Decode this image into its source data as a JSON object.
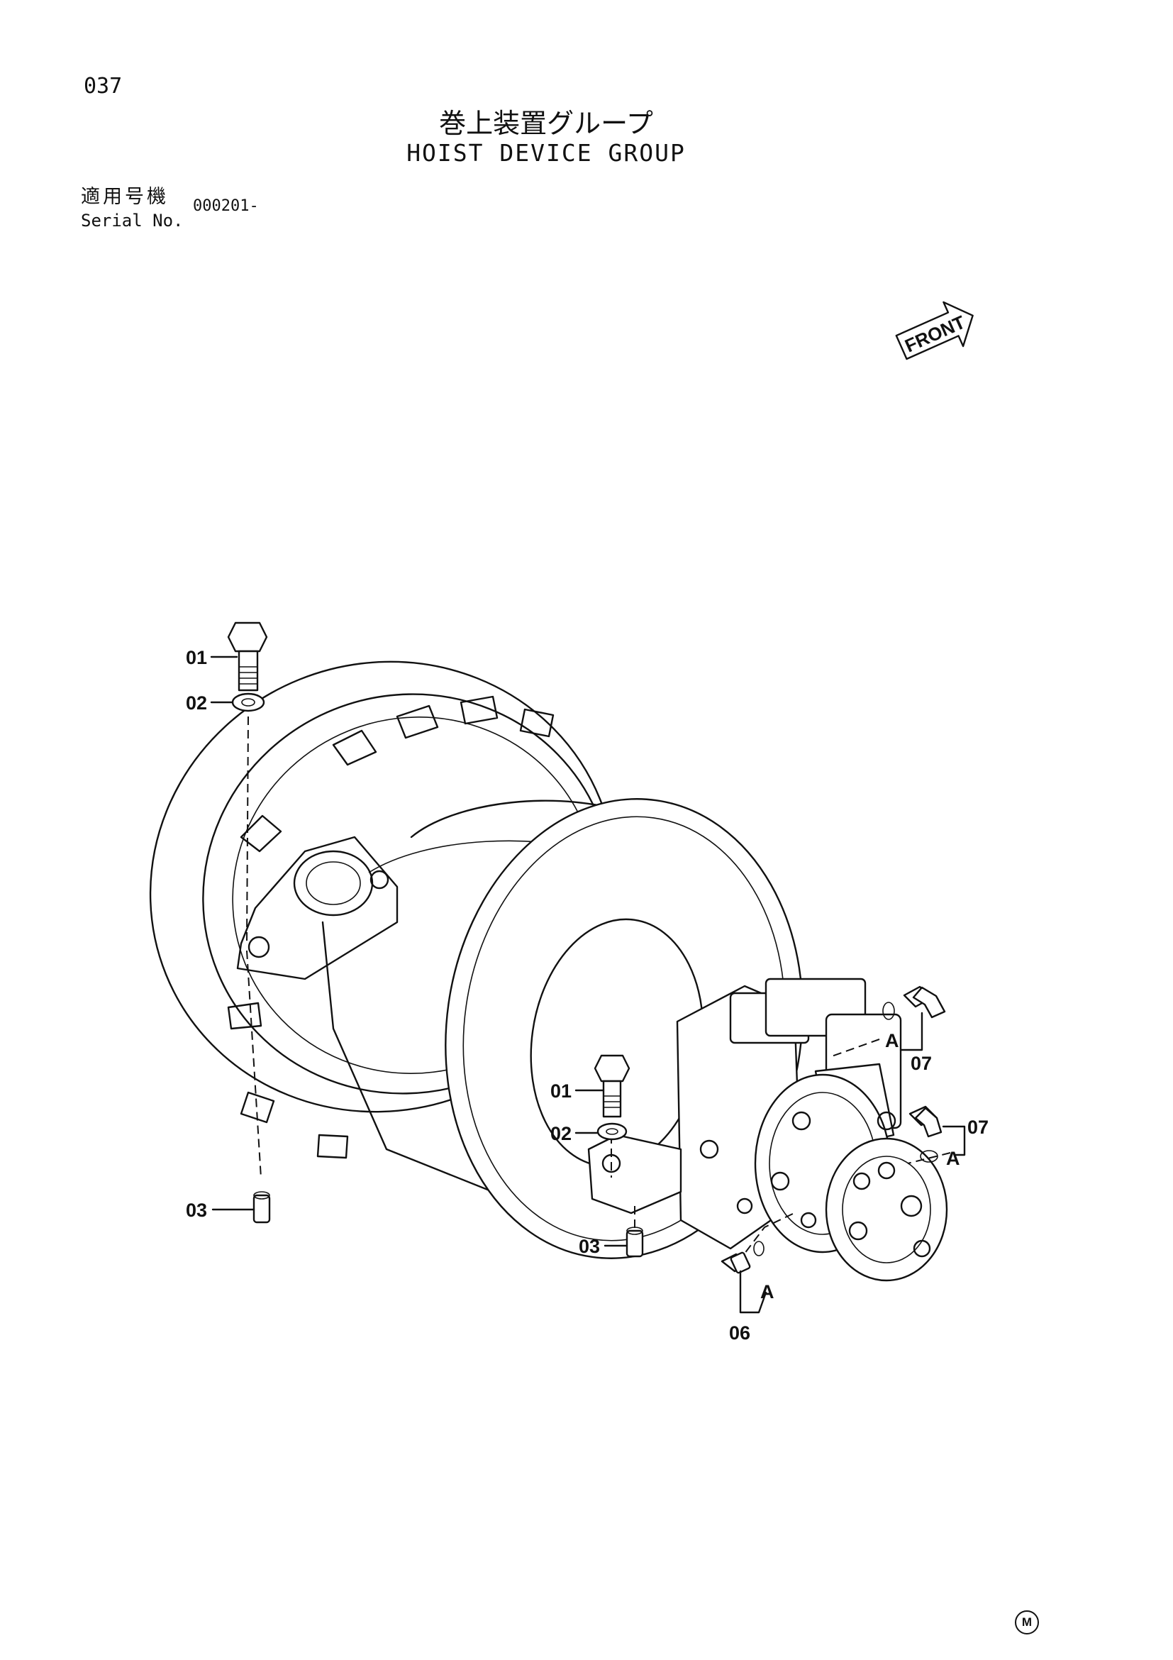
{
  "page_number": "037",
  "title_japanese": "巻上装置グループ",
  "title_english": "HOIST DEVICE GROUP",
  "serial_label_japanese": "適用号機",
  "serial_label_english": "Serial No.",
  "serial_value": "000201-",
  "front_arrow_label": "FRONT",
  "callouts": {
    "c01a": "01",
    "c02a": "02",
    "c03a": "03",
    "c01b": "01",
    "c02b": "02",
    "c03b": "03",
    "c06": "06",
    "c07a": "07",
    "c07b": "07",
    "detA1": "A",
    "detA2": "A",
    "detA3": "A"
  },
  "footer_mark": "M"
}
